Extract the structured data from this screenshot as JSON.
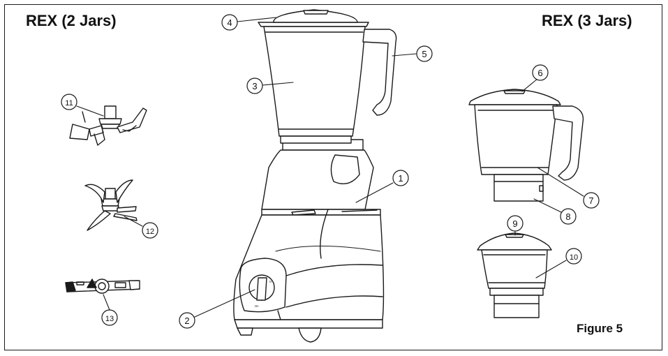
{
  "labels": {
    "left_title": "REX (2 Jars)",
    "right_title": "REX (3 Jars)",
    "figure": "Figure 5"
  },
  "callouts": [
    "1",
    "2",
    "3",
    "4",
    "5",
    "6",
    "7",
    "8",
    "9",
    "10",
    "11",
    "12",
    "13"
  ],
  "colors": {
    "ink": "#1a1a1a",
    "body_fill": "#ffffff"
  },
  "icons": {
    "mixer_base": "mixer-grinder-base",
    "large_jar": "liquidising-jar",
    "medium_jar": "dry-grinding-jar",
    "small_jar": "chutney-jar",
    "blades": [
      "blade-assembly-11",
      "blade-assembly-12",
      "blade-assembly-13"
    ]
  }
}
